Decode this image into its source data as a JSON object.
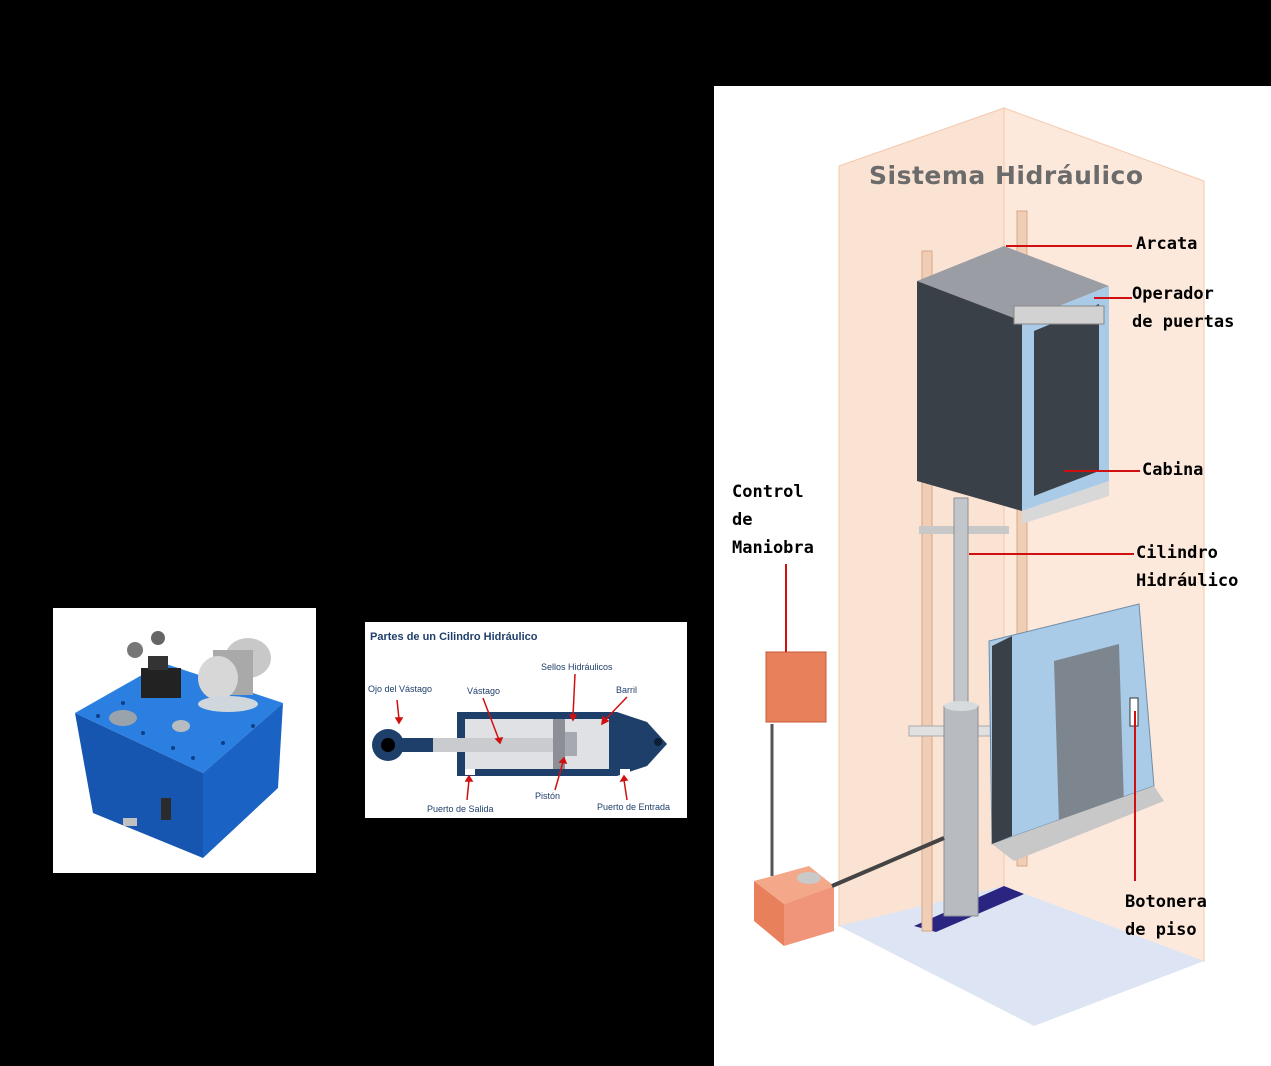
{
  "cylinder_diagram": {
    "title": "Partes de un Cilindro Hidráulico",
    "labels": {
      "ojo_vastago": "Ojo del Vástago",
      "vastago": "Vástago",
      "sellos": "Sellos Hidráulicos",
      "barril": "Barril",
      "puerto_salida": "Puerto de Salida",
      "piston": "Pistón",
      "puerto_entrada": "Puerto de Entrada"
    }
  },
  "elevator_diagram": {
    "title": "Sistema Hidráulico",
    "labels": {
      "arcata": "Arcata",
      "operador_1": "Operador",
      "operador_2": "de puertas",
      "cabina": "Cabina",
      "control_1": "Control",
      "control_2": "de",
      "control_3": "Maniobra",
      "cilindro_1": "Cilindro",
      "cilindro_2": "Hidráulico",
      "botonera_1": "Botonera",
      "botonera_2": "de piso"
    }
  },
  "colors": {
    "background": "#000000",
    "pump_blue": "#1f6fd0",
    "cylinder_navy": "#1f3f6b",
    "shaft_peach": "#f7d9c4",
    "cabin_dark": "#3a4048",
    "cabin_blue": "#a9cbe8",
    "control_orange": "#e8805c",
    "label_line_red": "#d01010"
  }
}
